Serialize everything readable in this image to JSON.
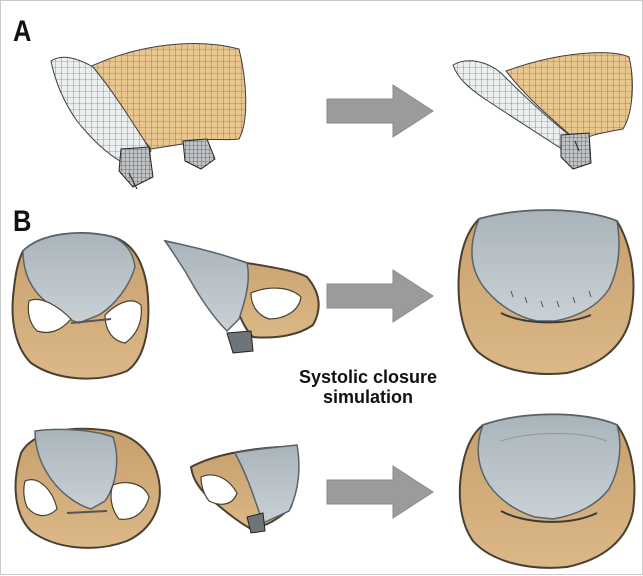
{
  "figure": {
    "panel_a_label": "A",
    "panel_b_label": "B",
    "caption_line1": "Systolic closure",
    "caption_line2": "simulation"
  },
  "colors": {
    "anterior_leaflet": "#b9c3c9",
    "posterior_leaflet": "#d2ad7c",
    "mesh_grey": "#e6e9ea",
    "mesh_tan": "#e3c48e",
    "arrow": "#9b9b9b",
    "outline": "#3f3f3f"
  }
}
